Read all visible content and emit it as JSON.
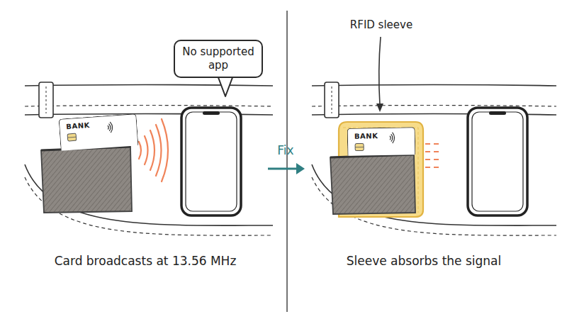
{
  "diagram": {
    "nodes": [
      {
        "text": [
          "No supported app"
        ]
      },
      {
        "text": [
          "BANK"
        ]
      },
      {
        "text": [
          "BANK"
        ]
      }
    ],
    "labels": [
      "Card broadcasts at 13.56 MHz",
      "Fix",
      "RFID sleeve",
      "Sleeve absorbs the signal"
    ]
  }
}
